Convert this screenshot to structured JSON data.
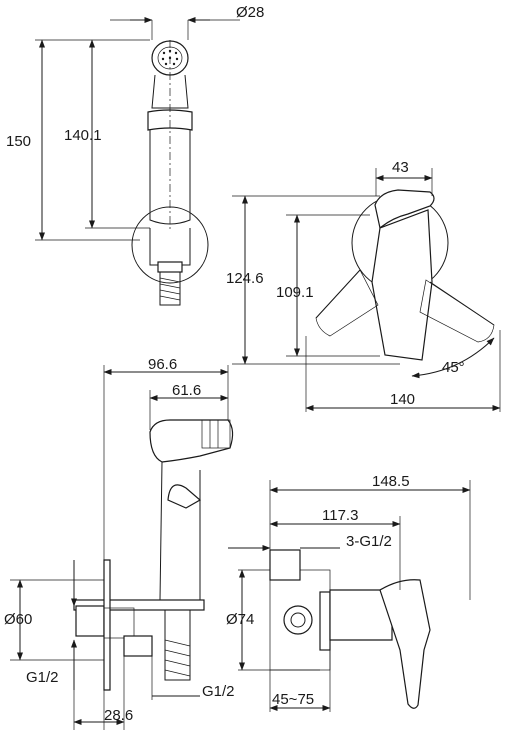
{
  "top_view": {
    "dia_head": "Ø28",
    "overall_height": "150",
    "head_height": "140.1"
  },
  "mixer_side": {
    "body_width": "43",
    "overall_height": "124.6",
    "inner_height": "109.1",
    "handle_span": "140",
    "handle_angle": "45°"
  },
  "spray_side": {
    "overall_length": "96.6",
    "head_length": "61.6",
    "wall_dia": "Ø60",
    "thread_left": "G1/2",
    "thread_bottom": "G1/2",
    "offset": "28.6"
  },
  "mixer_front": {
    "overall_depth": "148.5",
    "body_depth": "117.3",
    "thread": "3-G1/2",
    "flange_dia": "Ø74",
    "wall_range": "45~75"
  }
}
